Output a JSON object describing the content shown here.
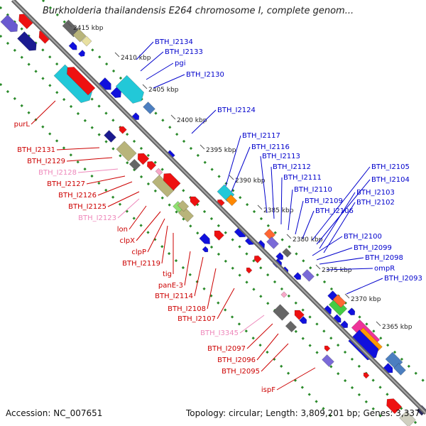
{
  "title": "Burkholderia thailandensis E264 chromosome I, complete genom...",
  "footer": {
    "accession": "Accession: NC_007651",
    "topology": "Topology: circular; Length: 3,809,201 bp; Genes: 3,337"
  },
  "colors": {
    "forward_label": "#0000cc",
    "reverse_label": "#cc0000",
    "pseudo_label": "#ee88bb",
    "backbone": "#888888",
    "tick": "#2a8a2a"
  },
  "kbp_ticks": [
    "2415 kbp",
    "2410 kbp",
    "2405 kbp",
    "2400 kbp",
    "2395 kbp",
    "2390 kbp",
    "2385 kbp",
    "2380 kbp",
    "2375 kbp",
    "2370 kbp",
    "2365 kbp"
  ],
  "labels_forward": [
    "BTH_I2134",
    "BTH_I2133",
    "pgi",
    "BTH_I2130",
    "BTH_I2124",
    "BTH_I2117",
    "BTH_I2116",
    "BTH_I2113",
    "BTH_I2112",
    "BTH_I2111",
    "BTH_I2110",
    "BTH_I2109",
    "BTH_I2106",
    "BTH_I2105",
    "BTH_I2104",
    "BTH_I2103",
    "BTH_I2102",
    "BTH_I2100",
    "BTH_I2099",
    "BTH_I2098",
    "ompR",
    "BTH_I2093"
  ],
  "labels_reverse": [
    "purL",
    "BTH_I2131",
    "BTH_I2129",
    "BTH_I2128",
    "BTH_I2127",
    "BTH_I2126",
    "BTH_I2125",
    "BTH_I2123",
    "lon",
    "clpX",
    "clpP",
    "BTH_I2119",
    "tig",
    "panE-3",
    "BTH_I2114",
    "BTH_I2108",
    "BTH_I2107",
    "BTH_I3345",
    "BTH_I2097",
    "BTH_I2096",
    "BTH_I2095",
    "ispF"
  ],
  "pseudo_labels": [
    "BTH_I2128",
    "BTH_I2123",
    "BTH_I3345"
  ]
}
